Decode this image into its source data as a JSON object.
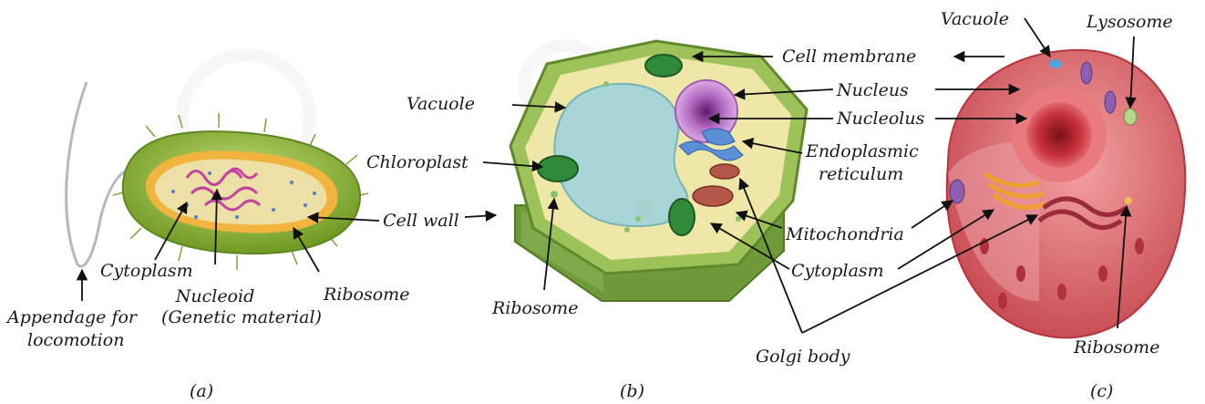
{
  "panels": {
    "a": {
      "caption": "(a)",
      "labels": {
        "cytoplasm": "Cytoplasm",
        "nucleoid_1": "Nucleoid",
        "nucleoid_2": "(Genetic material)",
        "ribosome": "Ribosome",
        "appendage_1": "Appendage for",
        "appendage_2": "locomotion",
        "cell_wall": "Cell wall"
      }
    },
    "b": {
      "caption": "(b)",
      "labels": {
        "vacuole": "Vacuole",
        "chloroplast": "Chloroplast",
        "ribosome": "Ribosome",
        "cell_membrane": "Cell membrane",
        "nucleus": "Nucleus",
        "nucleolus": "Nucleolus",
        "er_1": "Endoplasmic",
        "er_2": "reticulum",
        "mitochondria": "Mitochondria",
        "cytoplasm": "Cytoplasm",
        "golgi": "Golgi body"
      }
    },
    "c": {
      "caption": "(c)",
      "labels": {
        "vacuole": "Vacuole",
        "lysosome": "Lysosome",
        "ribosome": "Ribosome"
      }
    }
  },
  "colors": {
    "bacterium_body": "#9cbf3a",
    "plant_wall": "#8db24e",
    "plant_cytoplasm": "#eee7a8",
    "plant_vacuole": "#a8d6d8",
    "nucleus": "#c98fd0",
    "chloroplast": "#2f8a3a",
    "animal_cell": "#d9636b",
    "animal_nucleus": "#c7303a",
    "golgi": "#f0a030",
    "mitochondria": "#b4574a",
    "er": "#5b8fd6"
  }
}
